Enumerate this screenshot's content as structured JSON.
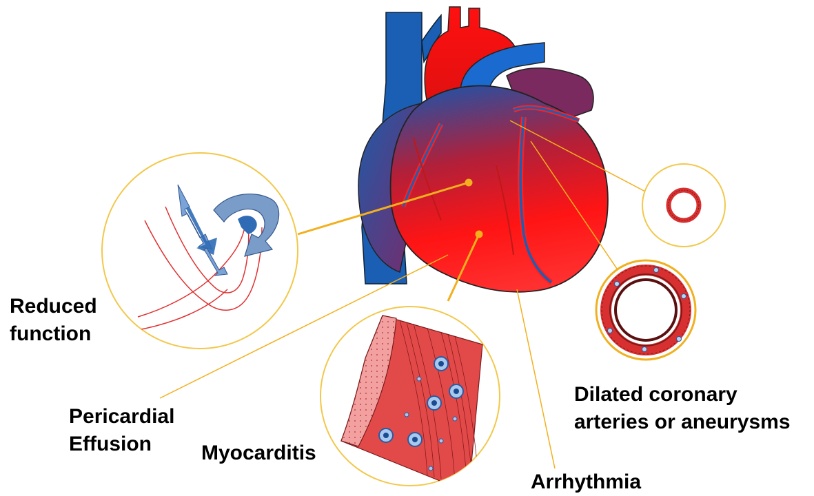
{
  "labels": {
    "reduced_function": [
      "Reduced",
      "function"
    ],
    "pericardial_effusion": [
      "Pericardial",
      "Effusion"
    ],
    "myocarditis": [
      "Myocarditis"
    ],
    "arrhythmia": [
      "Arrhythmia"
    ],
    "dilated_coronary": [
      "Dilated coronary",
      "arteries or aneurysms"
    ]
  },
  "colors": {
    "callout_line": "#f2b01e",
    "circle_border": "#f2c84b",
    "heart_red": "#ff1a1a",
    "heart_blue": "#1a63b5",
    "muscle": "#d9534f",
    "arrow_blue": "#4a7ab8"
  },
  "icons": [
    "heart-illustration",
    "ventricle-wall-icon",
    "muscle-tissue-icon",
    "artery-cross-section-icon",
    "aneurysm-cross-section-icon"
  ]
}
